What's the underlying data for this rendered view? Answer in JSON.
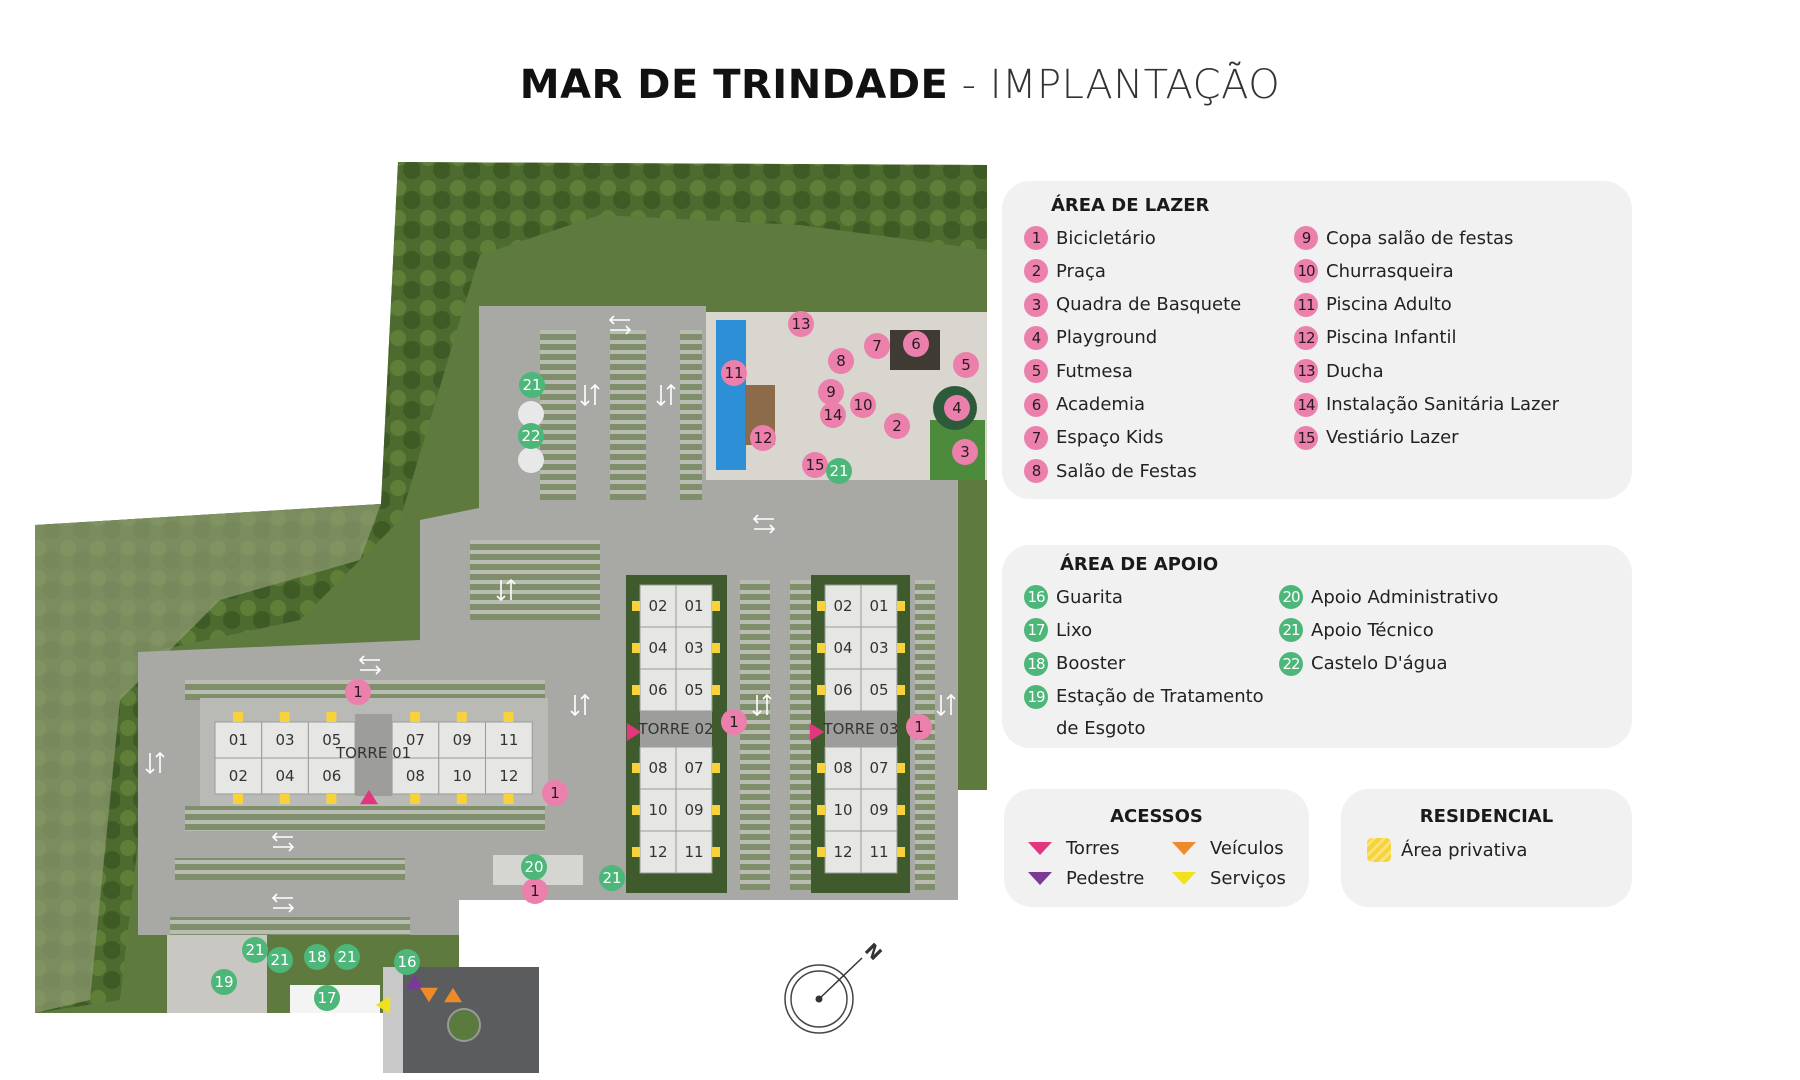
{
  "title": {
    "main": "MAR DE TRINDADE",
    "separator": "-",
    "sub": "IMPLANTAÇÃO"
  },
  "colors": {
    "lazer": "#ec80ad",
    "apoio": "#4db679",
    "torres": "#e2367e",
    "pedestre": "#7a3a96",
    "veiculos": "#ee8a2a",
    "servicos": "#f0e01e",
    "privativa": "#f7d23a"
  },
  "lazer": {
    "heading": "ÁREA DE LAZER",
    "items": [
      {
        "n": "1",
        "label": "Bicicletário"
      },
      {
        "n": "2",
        "label": "Praça"
      },
      {
        "n": "3",
        "label": "Quadra de Basquete"
      },
      {
        "n": "4",
        "label": "Playground"
      },
      {
        "n": "5",
        "label": "Futmesa"
      },
      {
        "n": "6",
        "label": "Academia"
      },
      {
        "n": "7",
        "label": "Espaço Kids"
      },
      {
        "n": "8",
        "label": "Salão de Festas"
      },
      {
        "n": "9",
        "label": "Copa salão de festas"
      },
      {
        "n": "10",
        "label": "Churrasqueira"
      },
      {
        "n": "11",
        "label": "Piscina Adulto"
      },
      {
        "n": "12",
        "label": "Piscina Infantil"
      },
      {
        "n": "13",
        "label": "Ducha"
      },
      {
        "n": "14",
        "label": "Instalação Sanitária Lazer"
      },
      {
        "n": "15",
        "label": "Vestiário Lazer"
      }
    ]
  },
  "apoio": {
    "heading": "ÁREA DE APOIO",
    "items": [
      {
        "n": "16",
        "label": "Guarita"
      },
      {
        "n": "17",
        "label": "Lixo"
      },
      {
        "n": "18",
        "label": "Booster"
      },
      {
        "n": "19",
        "label": "Estação de Tratamento",
        "label2": "de Esgoto"
      },
      {
        "n": "20",
        "label": "Apoio Administrativo"
      },
      {
        "n": "21",
        "label": "Apoio Técnico"
      },
      {
        "n": "22",
        "label": "Castelo D'água"
      }
    ]
  },
  "acessos": {
    "heading": "ACESSOS",
    "items": [
      {
        "label": "Torres",
        "color": "#e2367e"
      },
      {
        "label": "Pedestre",
        "color": "#7a3a96"
      },
      {
        "label": "Veículos",
        "color": "#ee8a2a"
      },
      {
        "label": "Serviços",
        "color": "#f0e01e"
      }
    ]
  },
  "residencial": {
    "heading": "RESIDENCIAL",
    "item": "Área privativa"
  },
  "map": {
    "compass_label": "N",
    "towers": [
      {
        "label": "TORRE 01",
        "units_top": [
          "01",
          "03",
          "05",
          "07",
          "09",
          "11"
        ],
        "units_bottom": [
          "02",
          "04",
          "06",
          "08",
          "10",
          "12"
        ]
      },
      {
        "label": "TORRE 02",
        "rows": [
          [
            "02",
            "01"
          ],
          [
            "04",
            "03"
          ],
          [
            "06",
            "05"
          ],
          [
            "08",
            "07"
          ],
          [
            "10",
            "09"
          ],
          [
            "12",
            "11"
          ]
        ]
      },
      {
        "label": "TORRE 03",
        "rows": [
          [
            "02",
            "01"
          ],
          [
            "04",
            "03"
          ],
          [
            "06",
            "05"
          ],
          [
            "08",
            "07"
          ],
          [
            "10",
            "09"
          ],
          [
            "12",
            "11"
          ]
        ]
      }
    ],
    "markers": [
      {
        "n": "1",
        "kind": "lazer"
      },
      {
        "n": "1",
        "kind": "lazer"
      },
      {
        "n": "1",
        "kind": "lazer"
      },
      {
        "n": "1",
        "kind": "lazer"
      },
      {
        "n": "1",
        "kind": "lazer"
      },
      {
        "n": "2",
        "kind": "lazer"
      },
      {
        "n": "3",
        "kind": "lazer"
      },
      {
        "n": "4",
        "kind": "lazer"
      },
      {
        "n": "5",
        "kind": "lazer"
      },
      {
        "n": "6",
        "kind": "lazer"
      },
      {
        "n": "7",
        "kind": "lazer"
      },
      {
        "n": "8",
        "kind": "lazer"
      },
      {
        "n": "9",
        "kind": "lazer"
      },
      {
        "n": "10",
        "kind": "lazer"
      },
      {
        "n": "11",
        "kind": "lazer"
      },
      {
        "n": "12",
        "kind": "lazer"
      },
      {
        "n": "13",
        "kind": "lazer"
      },
      {
        "n": "14",
        "kind": "lazer"
      },
      {
        "n": "15",
        "kind": "lazer"
      },
      {
        "n": "21",
        "kind": "apoio"
      },
      {
        "n": "22",
        "kind": "apoio"
      },
      {
        "n": "21",
        "kind": "apoio"
      },
      {
        "n": "20",
        "kind": "apoio"
      },
      {
        "n": "21",
        "kind": "apoio"
      },
      {
        "n": "21",
        "kind": "apoio"
      },
      {
        "n": "21",
        "kind": "apoio"
      },
      {
        "n": "18",
        "kind": "apoio"
      },
      {
        "n": "21",
        "kind": "apoio"
      },
      {
        "n": "16",
        "kind": "apoio"
      },
      {
        "n": "19",
        "kind": "apoio"
      },
      {
        "n": "17",
        "kind": "apoio"
      }
    ],
    "access_points": [
      "torres",
      "torres",
      "torres",
      "pedestre",
      "veiculos",
      "veiculos",
      "servicos"
    ]
  }
}
